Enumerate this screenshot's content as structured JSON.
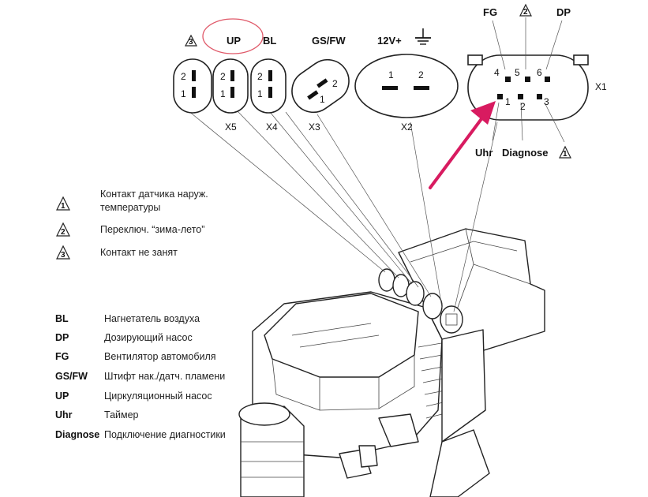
{
  "connectors": {
    "x5": {
      "top1": "3",
      "top2": "UP",
      "pin2": "2",
      "pin1": "1",
      "pin2b": "2",
      "pin1b": "1",
      "id": "X5"
    },
    "x4": {
      "top": "BL",
      "pin2": "2",
      "pin1": "1",
      "id": "X4"
    },
    "x3": {
      "top": "GS/FW",
      "pin2": "2",
      "pin1": "1",
      "id": "X3"
    },
    "x2": {
      "top": "12V+",
      "pin1": "1",
      "pin2": "2",
      "id": "X2"
    },
    "x1": {
      "id": "X1",
      "top_fg": "FG",
      "top_mark": "2",
      "top_dp": "DP",
      "pins": [
        "4",
        "5",
        "6",
        "1",
        "2",
        "3"
      ],
      "bottom_uhr": "Uhr",
      "bottom_diag": "Diagnose",
      "bottom_mark": "1"
    }
  },
  "notes": [
    {
      "mark": "1",
      "text_line1": "Контакт датчика наруж.",
      "text_line2": "температуры"
    },
    {
      "mark": "2",
      "text_line1": "Переключ. “зима-лето”"
    },
    {
      "mark": "3",
      "text_line1": "Контакт не занят"
    }
  ],
  "legend": [
    {
      "abbr": "BL",
      "text": "Нагнетатель воздуха"
    },
    {
      "abbr": "DP",
      "text": "Дозирующий насос"
    },
    {
      "abbr": "FG",
      "text": "Вентилятор автомобиля"
    },
    {
      "abbr": "GS/FW",
      "text": "Штифт нак./датч. пламени"
    },
    {
      "abbr": "UP",
      "text": "Циркуляционный насос"
    },
    {
      "abbr": "Uhr",
      "text": "Таймер"
    },
    {
      "abbr": "Diagnose",
      "text": "Подключение диагностики"
    }
  ],
  "colors": {
    "highlight": "#d81b60",
    "circle": "#e05a6a",
    "line": "#222222"
  }
}
